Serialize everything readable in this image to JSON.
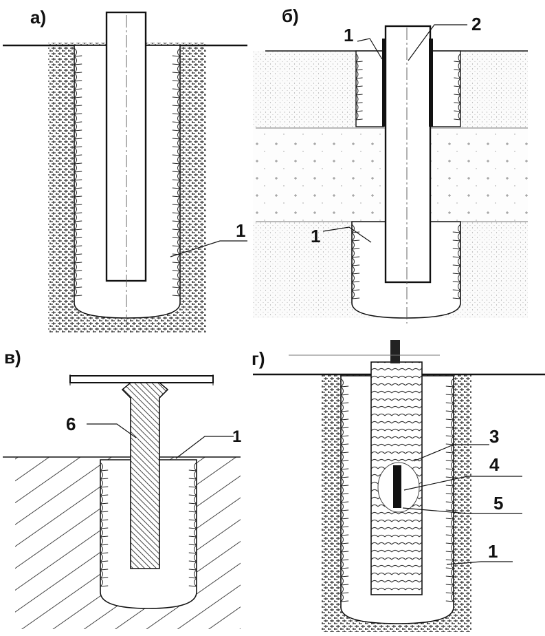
{
  "panels": {
    "a": {
      "label": "а)",
      "callouts": [
        "1"
      ]
    },
    "b": {
      "label": "б)",
      "callouts": [
        "1",
        "2",
        "1"
      ]
    },
    "v": {
      "label": "в)",
      "callouts": [
        "6",
        "1"
      ]
    },
    "g": {
      "label": "г)",
      "callouts": [
        "3",
        "4",
        "5",
        "1"
      ]
    }
  },
  "colors": {
    "ink": "#111111",
    "soil_hatch": "#333333",
    "sand_dot": "#777777",
    "background": "#ffffff"
  }
}
